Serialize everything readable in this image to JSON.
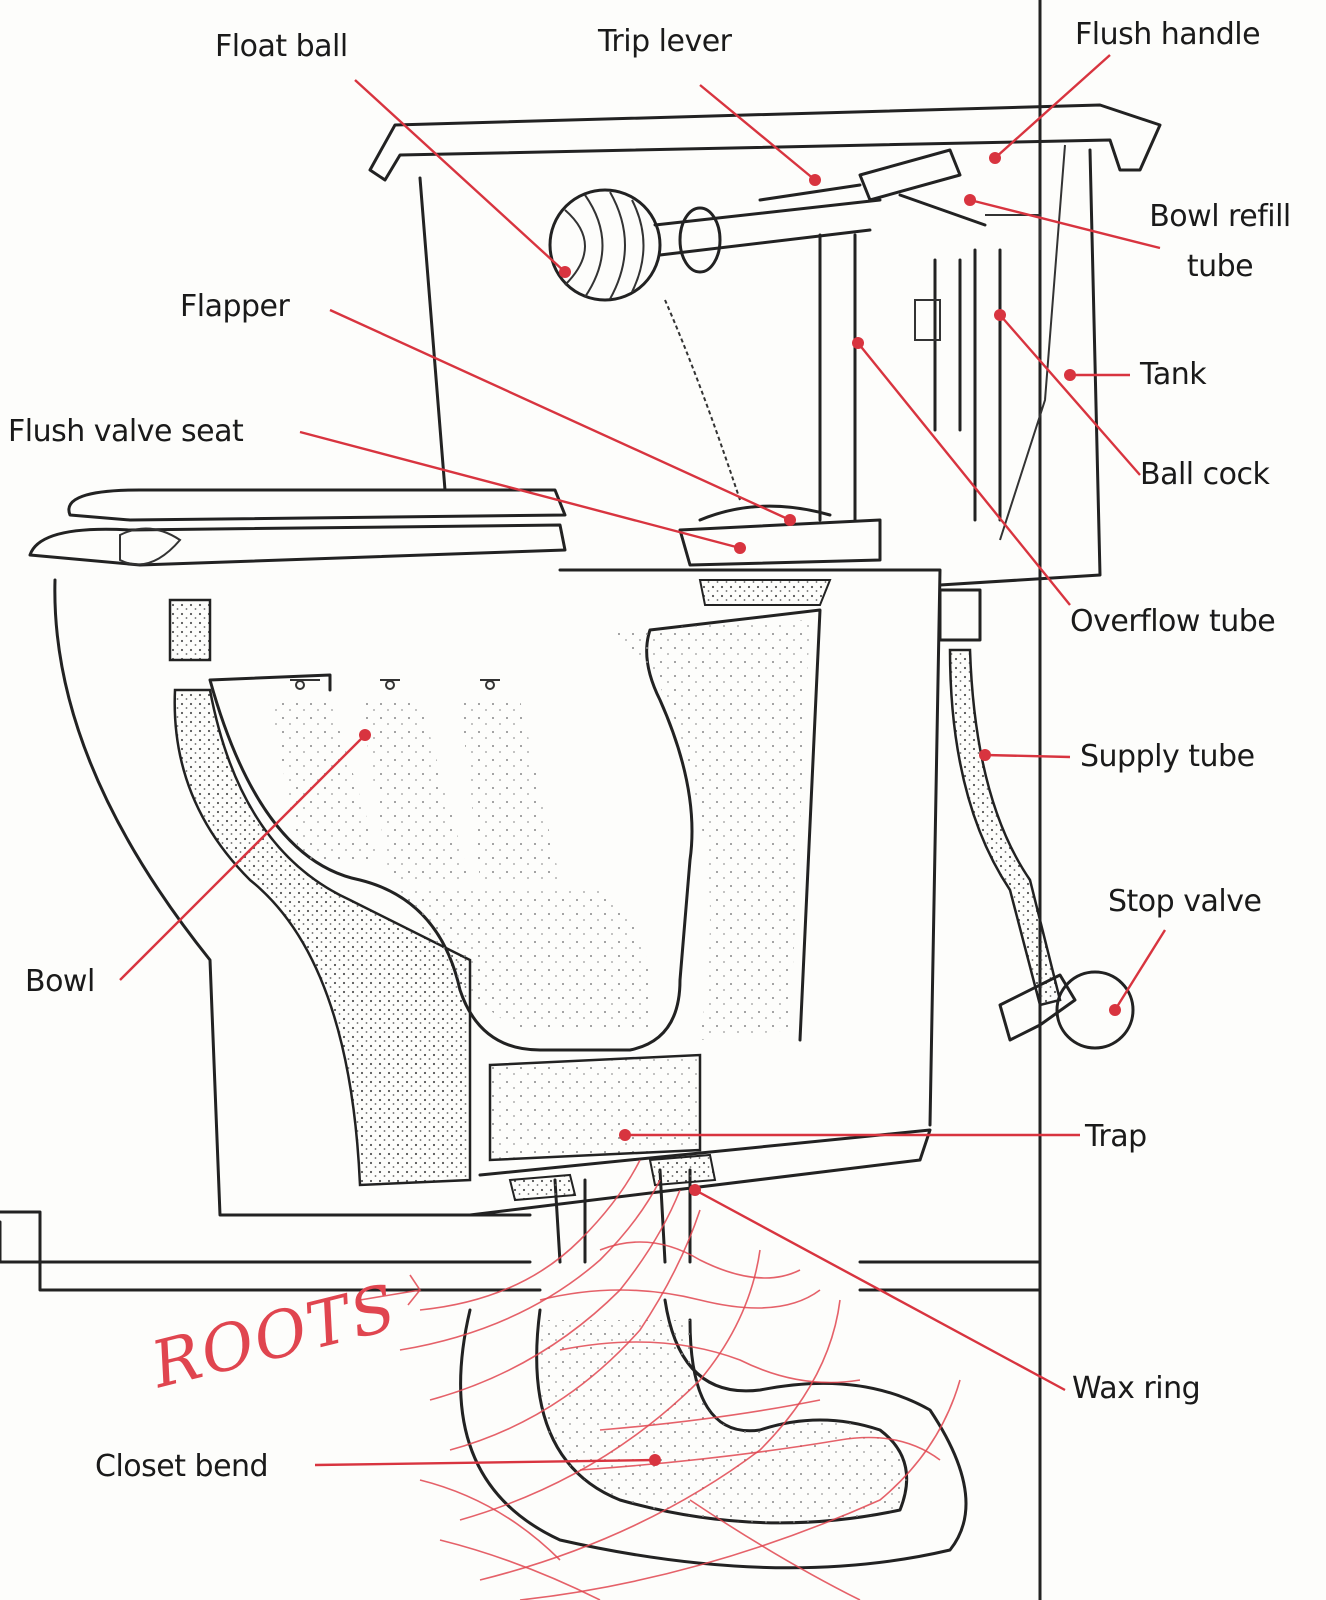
{
  "labels": {
    "float_ball": "Float ball",
    "trip_lever": "Trip lever",
    "flush_handle": "Flush handle",
    "bowl_refill_tube_line1": "Bowl refill",
    "bowl_refill_tube_line2": "tube",
    "flapper": "Flapper",
    "tank": "Tank",
    "flush_valve_seat": "Flush valve seat",
    "ball_cock": "Ball cock",
    "overflow_tube": "Overflow tube",
    "supply_tube": "Supply tube",
    "stop_valve": "Stop valve",
    "bowl": "Bowl",
    "trap": "Trap",
    "wax_ring": "Wax ring",
    "closet_bend": "Closet bend"
  },
  "annotation": {
    "roots": "ROOTS"
  },
  "colors": {
    "ink": "#222222",
    "leader": "#d8343f",
    "roots": "#e0454f"
  }
}
